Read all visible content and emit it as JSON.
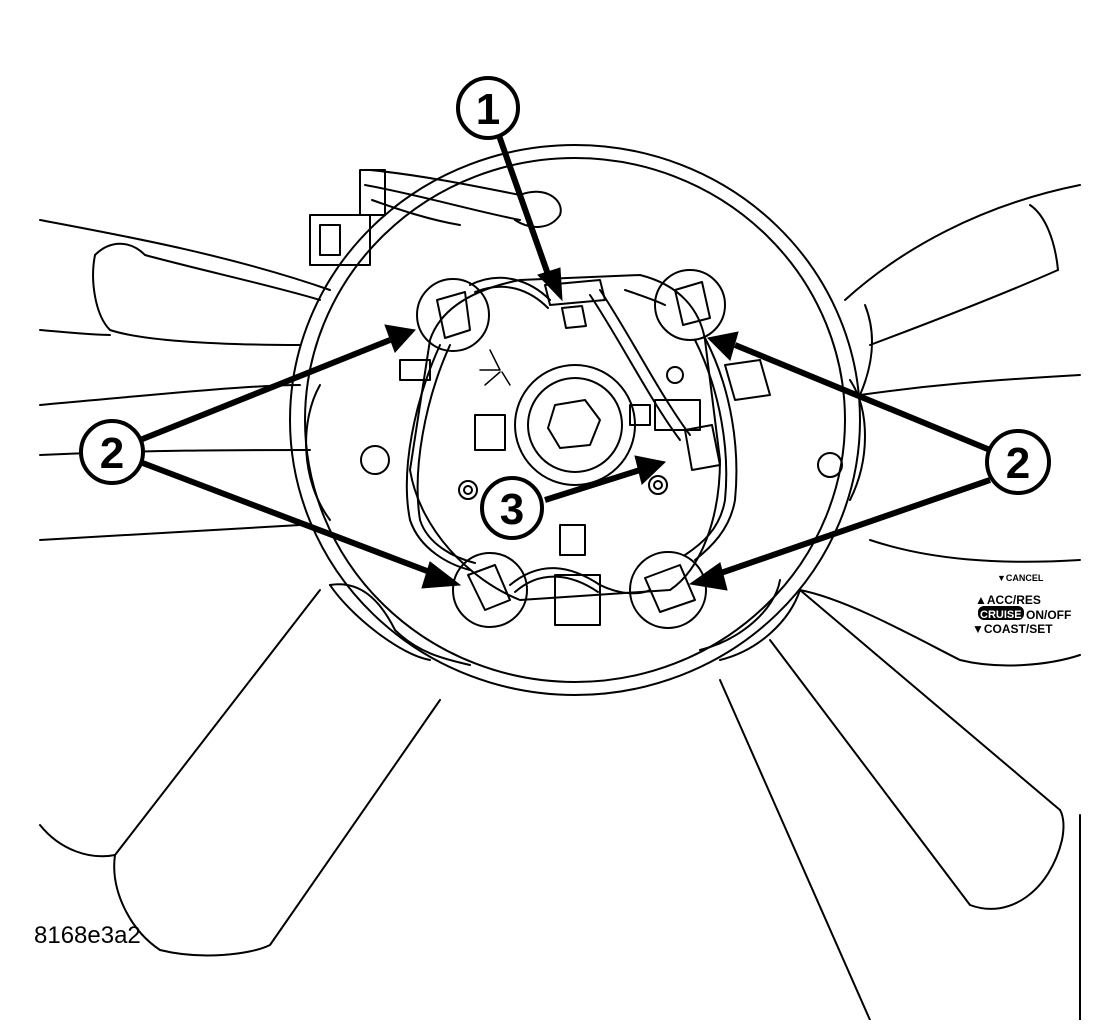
{
  "figure_id": "8168e3a2",
  "callouts": {
    "one": "1",
    "two": "2",
    "three": "3"
  },
  "speed_control_switch": {
    "cancel": "▼CANCEL",
    "accel_resume": "▲ACC/RES",
    "cruise_badge": "CRUISE",
    "on_off": "ON/OFF",
    "coast_set": "▼COAST/SET"
  },
  "colors": {
    "line": "#000000",
    "background": "#ffffff"
  }
}
